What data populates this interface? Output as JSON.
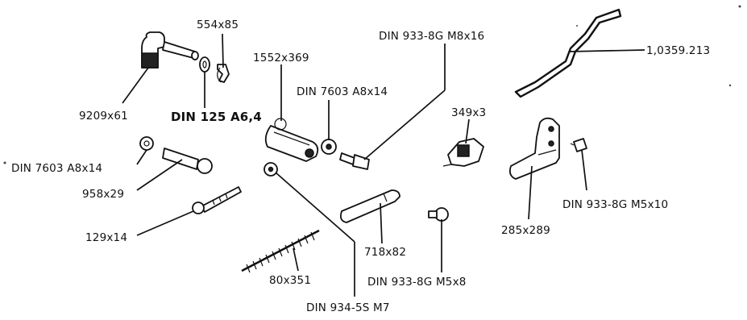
{
  "labels": {
    "p9209x61": "9209x61",
    "p554x85": "554x85",
    "din125": "DIN 125 A6,4",
    "p1552x369": "1552x369",
    "din7603_center": "DIN 7603 A8x14",
    "din933_m8x16": "DIN 933-8G M8x16",
    "p1_0359_213": "1,0359.213",
    "p349x3": "349x3",
    "din7603_left": "DIN 7603 A8x14",
    "p958x29": "958x29",
    "p129x14": "129x14",
    "p80x351": "80x351",
    "din934": "DIN 934-5S M7",
    "p718x82": "718x82",
    "din933_m5x8": "DIN 933-8G M5x8",
    "p285x289": "285x289",
    "din933_m5x10": "DIN 933-8G M5x10"
  }
}
